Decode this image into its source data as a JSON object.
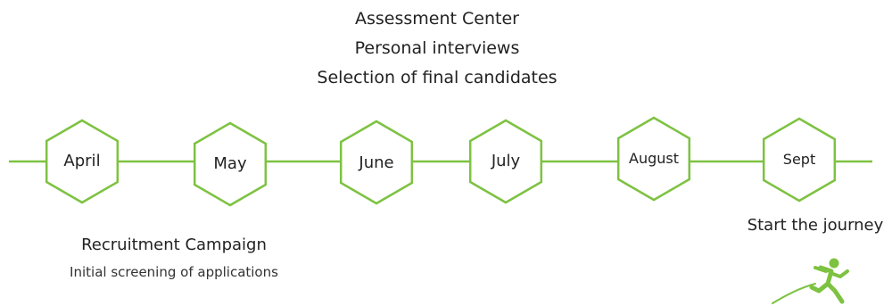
{
  "top_notes": {
    "line1": "Assessment Center",
    "line2": "Personal interviews",
    "line3": "Selection of final candidates"
  },
  "months": [
    {
      "label": "April"
    },
    {
      "label": "May"
    },
    {
      "label": "June"
    },
    {
      "label": "July"
    },
    {
      "label": "August"
    },
    {
      "label": "Sept"
    }
  ],
  "bottom_notes": {
    "title": "Recruitment Campaign",
    "subtitle": "Initial screening of applications"
  },
  "end_note": "Start the journey",
  "colors": {
    "accent": "#7dc241",
    "text": "#222222"
  },
  "icons": {
    "runner": "jumping-person-icon"
  }
}
